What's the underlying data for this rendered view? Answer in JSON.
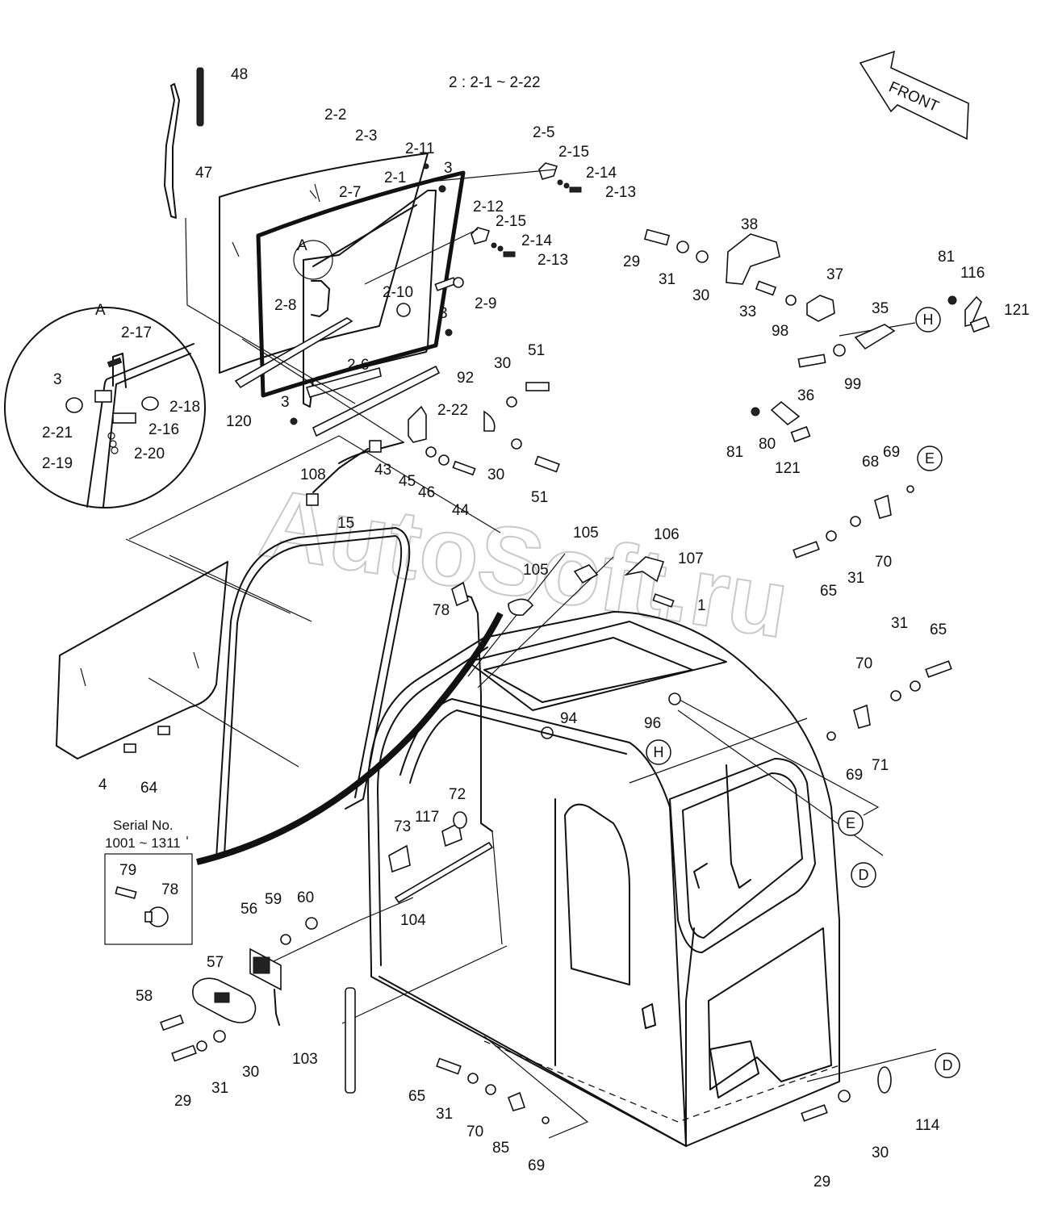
{
  "header_note": "2 : 2-1 ~ 2-22",
  "front_arrow_label": "FRONT",
  "watermark": "AutoSoft.ru",
  "detail_label": "A",
  "inset": {
    "title_line1": "Serial No.",
    "title_line2": "1001 ~ 1311"
  },
  "callouts": [
    "D",
    "D",
    "E",
    "E",
    "H",
    "H"
  ],
  "part_labels": [
    "48",
    "47",
    "2-2",
    "2-3",
    "2-11",
    "2-1",
    "3",
    "2-5",
    "2-15",
    "2-14",
    "2-13",
    "2-7",
    "2-12",
    "2-15",
    "2-14",
    "2-13",
    "A",
    "2-10",
    "2-9",
    "2-8",
    "3",
    "2-6",
    "3",
    "2-22",
    "120",
    "A",
    "2-17",
    "3",
    "2-18",
    "2-16",
    "2-21",
    "2-20",
    "2-19",
    "38",
    "29",
    "31",
    "30",
    "37",
    "33",
    "98",
    "35",
    "36",
    "99",
    "81",
    "116",
    "121",
    "81",
    "80",
    "121",
    "92",
    "30",
    "51",
    "30",
    "51",
    "43",
    "45",
    "46",
    "44",
    "108",
    "15",
    "105",
    "106",
    "107",
    "105",
    "78",
    "1",
    "68",
    "69",
    "65",
    "31",
    "70",
    "65",
    "31",
    "70",
    "96",
    "94",
    "69",
    "71",
    "4",
    "64",
    "72",
    "117",
    "73",
    "104",
    "79",
    "78",
    "56",
    "59",
    "60",
    "57",
    "58",
    "29",
    "31",
    "30",
    "103",
    "65",
    "31",
    "70",
    "85",
    "69",
    "29",
    "30",
    "114"
  ]
}
